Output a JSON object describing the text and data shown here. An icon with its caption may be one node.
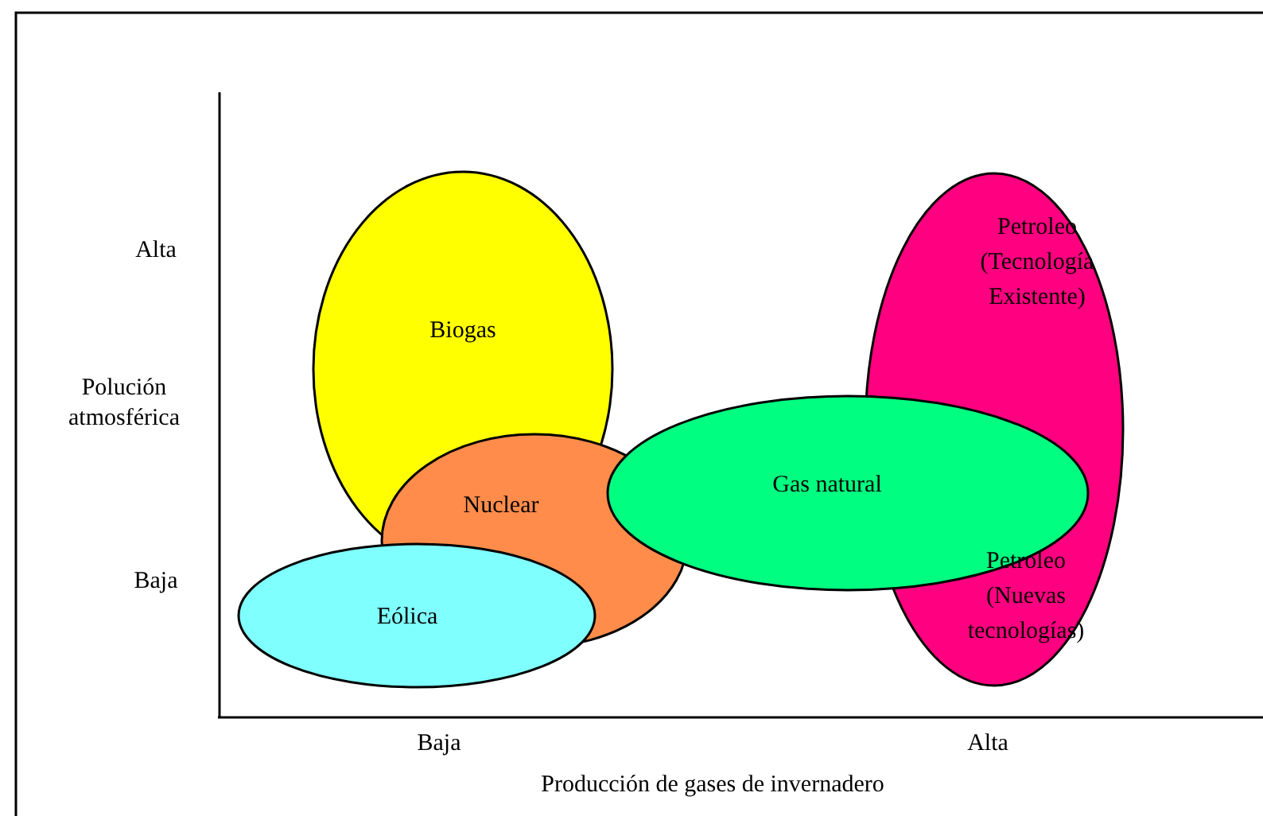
{
  "diagram": {
    "nodes": [
      {
        "text": [
          "Petroleo (Tecnología Existente)",
          "Petroleo (Nuevas tecnologías)"
        ]
      },
      {
        "text": [
          "Biogas"
        ]
      },
      {
        "text": [
          "Nuclear"
        ]
      },
      {
        "text": [
          "Gas natural"
        ]
      },
      {
        "text": [
          "Eólica"
        ]
      }
    ],
    "labels": [
      "Alta",
      "Polución atmosférica",
      "Baja",
      "Baja",
      "Alta",
      "Producción de gases de invernadero"
    ]
  }
}
